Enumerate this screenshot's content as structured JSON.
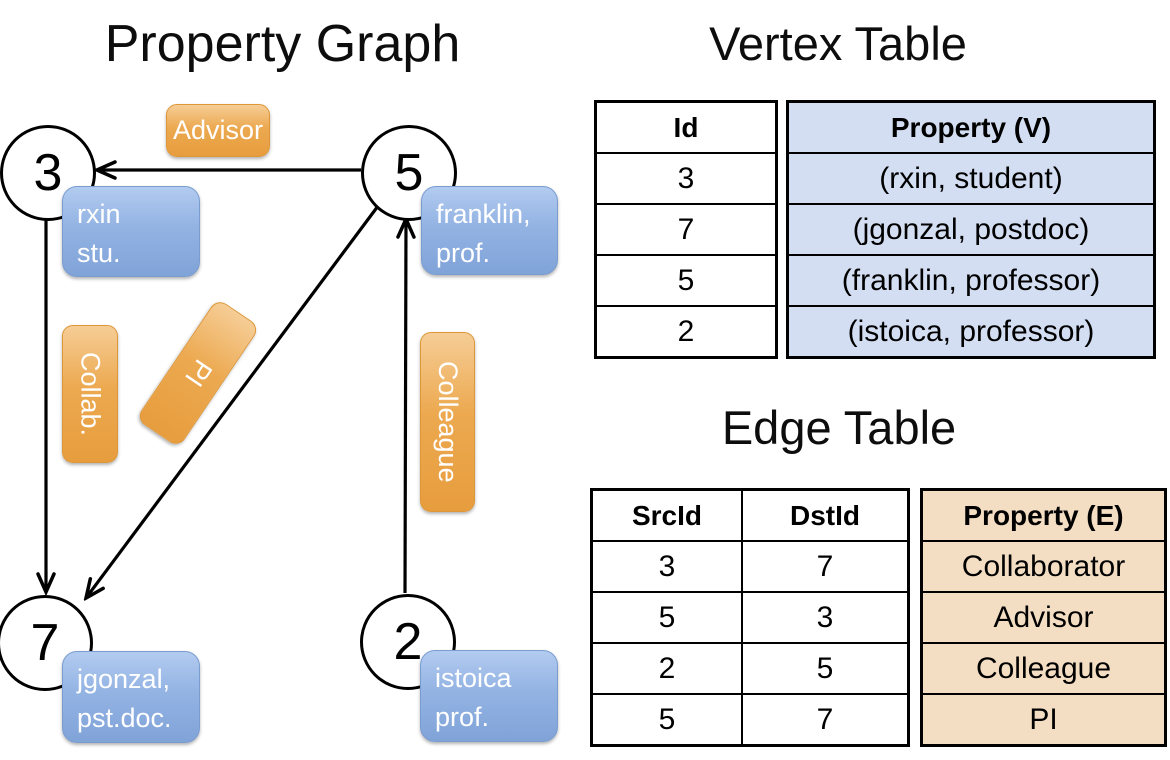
{
  "titles": {
    "graph": "Property Graph",
    "vertex_table": "Vertex Table",
    "edge_table": "Edge Table"
  },
  "graph": {
    "nodes": [
      {
        "id": "3",
        "prop_line1": "rxin",
        "prop_line2": "stu."
      },
      {
        "id": "5",
        "prop_line1": "franklin,",
        "prop_line2": "prof."
      },
      {
        "id": "7",
        "prop_line1": "jgonzal,",
        "prop_line2": "pst.doc."
      },
      {
        "id": "2",
        "prop_line1": "istoica",
        "prop_line2": "prof."
      }
    ],
    "edge_labels": {
      "advisor": "Advisor",
      "collab": "Collab.",
      "pi": "PI",
      "colleague": "Colleague"
    },
    "edges": [
      {
        "src": "5",
        "dst": "3",
        "label": "Advisor"
      },
      {
        "src": "3",
        "dst": "7",
        "label": "Collab."
      },
      {
        "src": "5",
        "dst": "7",
        "label": "PI"
      },
      {
        "src": "2",
        "dst": "5",
        "label": "Colleague"
      }
    ]
  },
  "vertex_table": {
    "columns": [
      "Id",
      "Property (V)"
    ],
    "rows": [
      [
        "3",
        "(rxin, student)"
      ],
      [
        "7",
        "(jgonzal, postdoc)"
      ],
      [
        "5",
        "(franklin, professor)"
      ],
      [
        "2",
        "(istoica, professor)"
      ]
    ]
  },
  "edge_table": {
    "columns": [
      "SrcId",
      "DstId",
      "Property (E)"
    ],
    "rows": [
      [
        "3",
        "7",
        "Collaborator"
      ],
      [
        "5",
        "3",
        "Advisor"
      ],
      [
        "2",
        "5",
        "Colleague"
      ],
      [
        "5",
        "7",
        "PI"
      ]
    ]
  },
  "colors": {
    "node_fill": "#ffffff",
    "edge_stroke": "#000000",
    "orange_label": "#eca950",
    "blue_property_box": "#93b3e3",
    "vertex_property_cell": "#d3def2",
    "edge_property_cell": "#f3dec3",
    "label_text": "#ffffff"
  }
}
